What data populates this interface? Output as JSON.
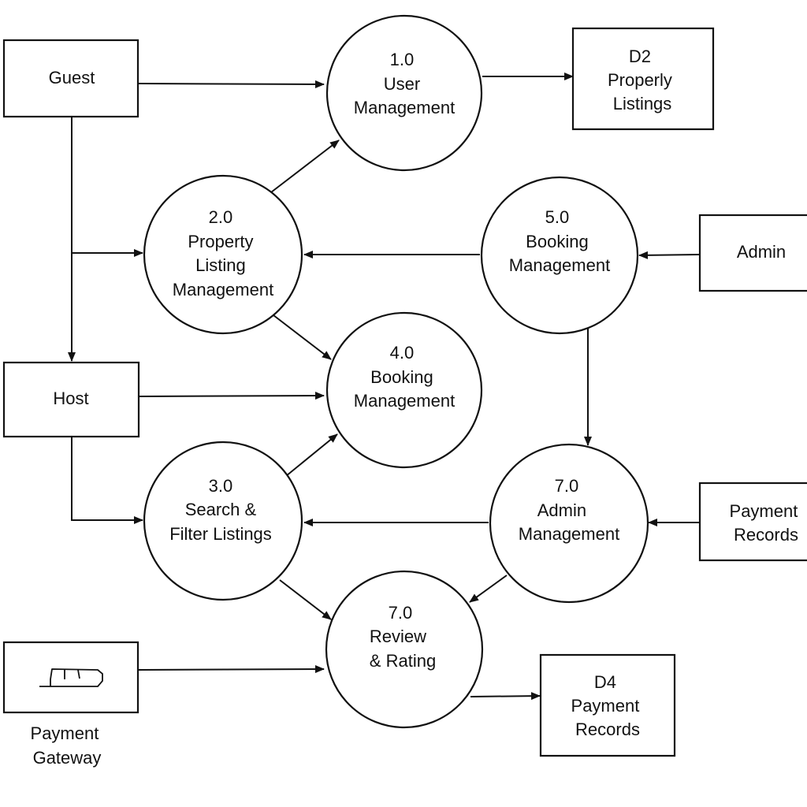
{
  "colors": {
    "stroke": "#111111",
    "background": "#ffffff"
  },
  "entities": {
    "guest": {
      "lines": [
        "Guest"
      ]
    },
    "host": {
      "lines": [
        "Host"
      ]
    },
    "admin": {
      "lines": [
        "Admin"
      ]
    },
    "payment_records_entity": {
      "lines": [
        "Payment",
        "Records"
      ]
    },
    "payment_gateway": {
      "lines": [
        "Payment",
        "Gateway"
      ],
      "icon": "card-icon"
    }
  },
  "processes": {
    "p1": {
      "lines": [
        "1.0",
        "User",
        "Management"
      ]
    },
    "p2": {
      "lines": [
        "2.0",
        "Property",
        "Listing",
        "Management"
      ]
    },
    "p3": {
      "lines": [
        "3.0",
        "Search &",
        "Filter Listings"
      ]
    },
    "p4": {
      "lines": [
        "4.0",
        "Booking",
        "Management"
      ]
    },
    "p5": {
      "lines": [
        "5.0",
        "Booking",
        "Management"
      ]
    },
    "p7a": {
      "lines": [
        "7.0",
        "Admin",
        "Management"
      ]
    },
    "p7b": {
      "lines": [
        "7.0",
        "Review",
        "& Rating"
      ]
    }
  },
  "stores": {
    "d2": {
      "lines": [
        "D2",
        "Properly",
        "Listings"
      ]
    },
    "d4": {
      "lines": [
        "D4",
        "Payment",
        "Records"
      ]
    }
  }
}
